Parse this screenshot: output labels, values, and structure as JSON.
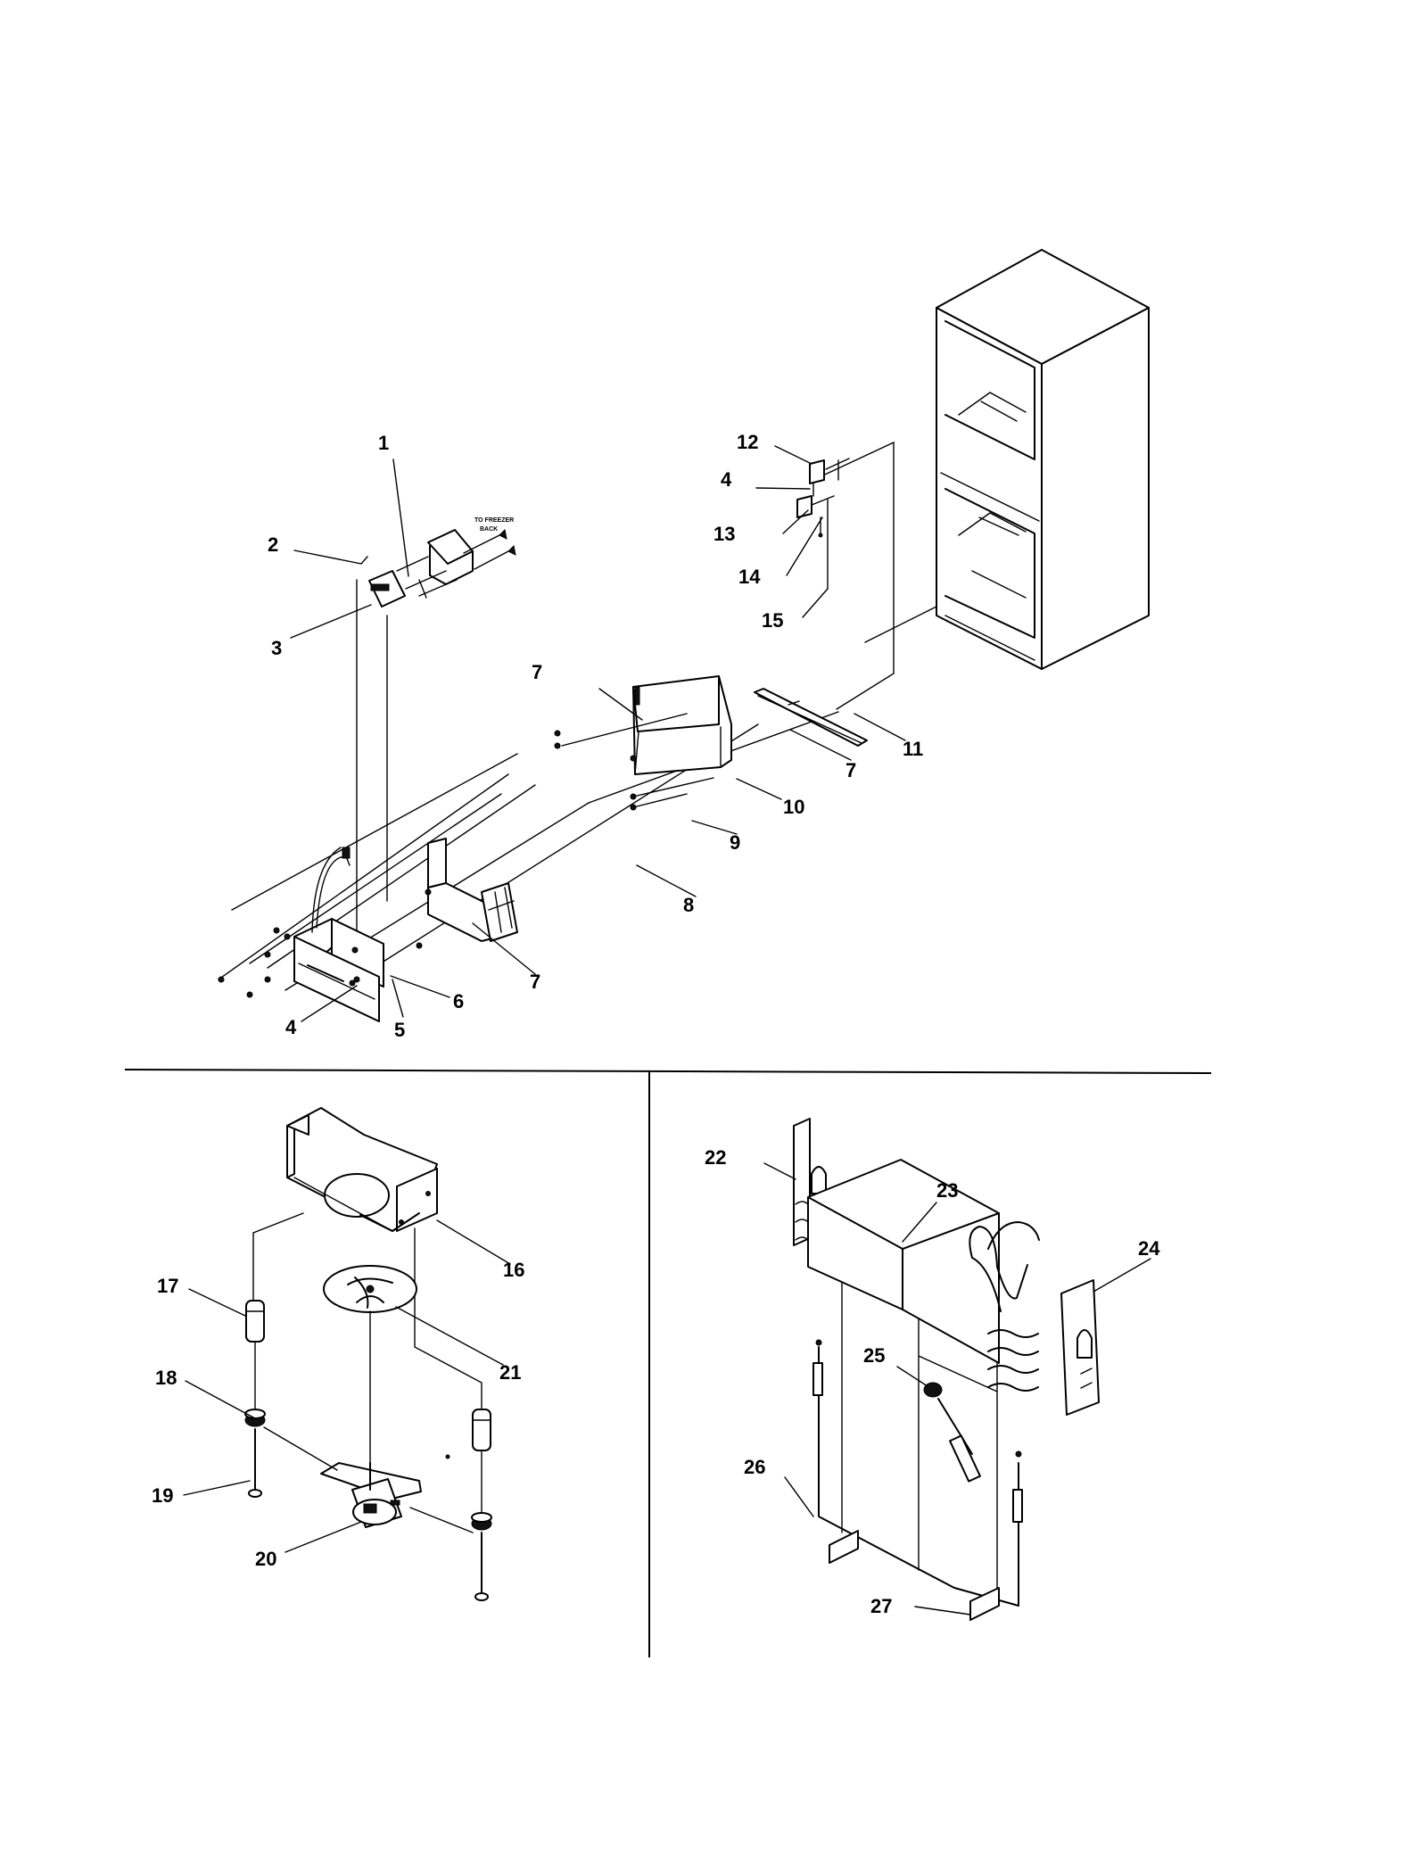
{
  "callouts": {
    "c1": "1",
    "c2": "2",
    "c3": "3",
    "c4a": "4",
    "c4b": "4",
    "c5": "5",
    "c6": "6",
    "c7a": "7",
    "c7b": "7",
    "c7c": "7",
    "c8": "8",
    "c9": "9",
    "c10": "10",
    "c11": "11",
    "c12": "12",
    "c13": "13",
    "c14": "14",
    "c15": "15",
    "c16": "16",
    "c17": "17",
    "c18": "18",
    "c19": "19",
    "c20": "20",
    "c21": "21",
    "c22": "22",
    "c23": "23",
    "c24": "24",
    "c25": "25",
    "c26": "26",
    "c27": "27"
  },
  "note": {
    "line1": "TO FREEZER",
    "line2": "BACK"
  }
}
